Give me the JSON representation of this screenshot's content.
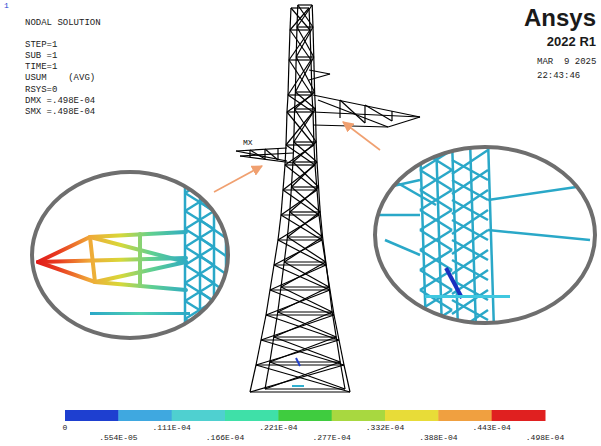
{
  "diagram": {
    "title": "NODAL SOLUTION",
    "labels": [
      "1",
      "STEP=1",
      "SUB =1",
      "TIME=1",
      "USUM    (AVG)",
      "RSYS=0",
      "DMX =.498E-04",
      "SMX =.498E-04",
      "Ansys",
      "2022 R1",
      "MAR  9 2025",
      "22:43:46",
      "MX",
      "0",
      ".554E-05",
      ".111E-04",
      ".166E-04",
      ".221E-04",
      ".277E-04",
      ".332E-04",
      ".388E-04",
      ".443E-04",
      ".498E-04"
    ]
  }
}
